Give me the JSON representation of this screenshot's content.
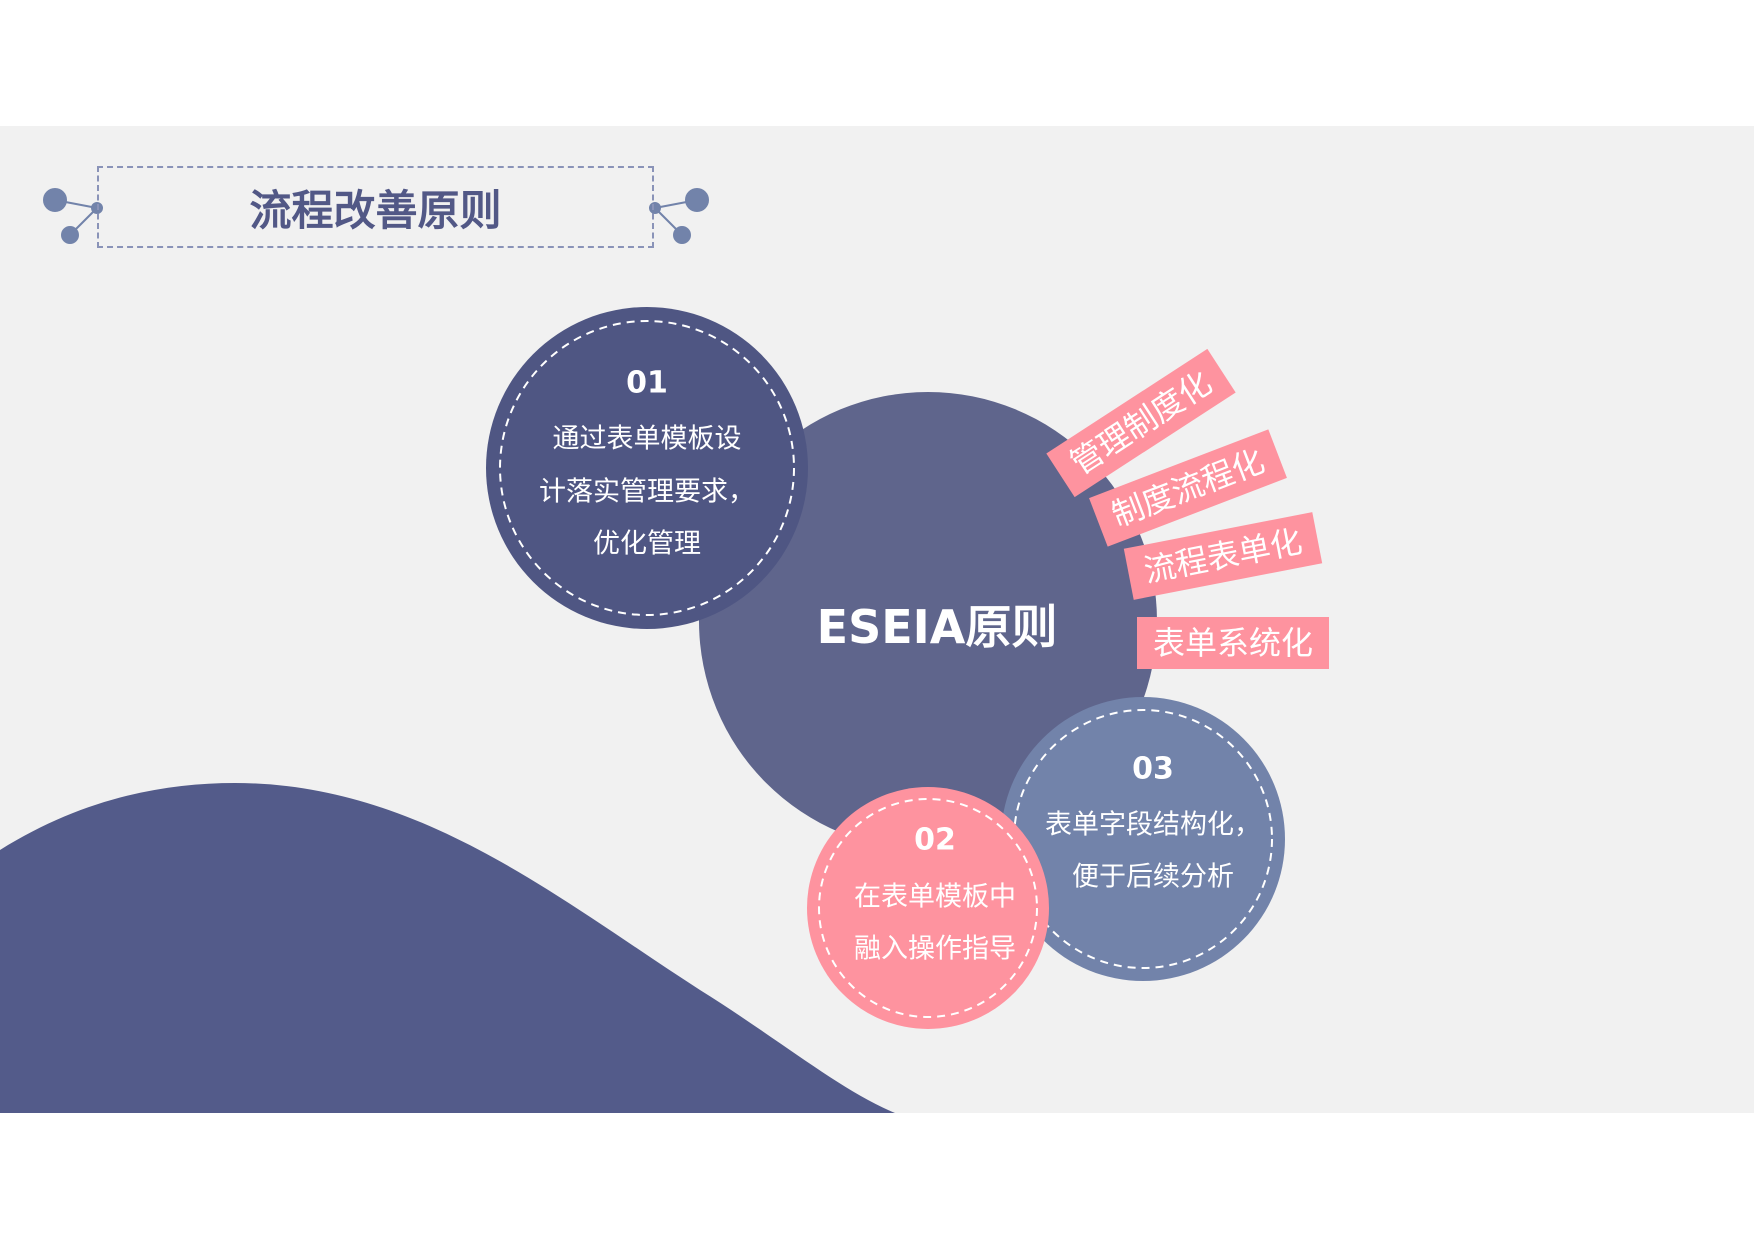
{
  "title": "流程改善原则",
  "center": {
    "label": "ESEIA原则"
  },
  "tags": [
    "管理制度化",
    "制度流程化",
    "流程表单化",
    "表单系统化"
  ],
  "items": [
    {
      "num": "01",
      "lines": [
        "通过表单模板设",
        "计落实管理要求，",
        "优化管理"
      ]
    },
    {
      "num": "02",
      "lines": [
        "在表单模板中",
        "融入操作指导"
      ]
    },
    {
      "num": "03",
      "lines": [
        "表单字段结构化，",
        "便于后续分析"
      ]
    }
  ],
  "colors": {
    "bg": "#f1f1f1",
    "dark": "#4f5683",
    "center": "#5f658c",
    "blue": "#7283aa",
    "pink": "#fe939f"
  }
}
